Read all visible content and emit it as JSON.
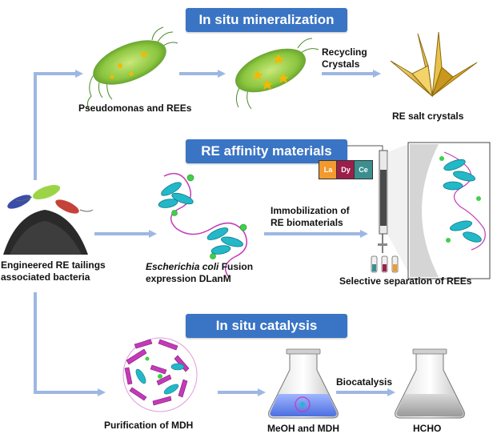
{
  "sections": {
    "mineralization": "In situ mineralization",
    "affinity": "RE affinity materials",
    "catalysis": "In situ catalysis"
  },
  "labels": {
    "pseudomonas": "Pseudomonas and REEs",
    "recycling_1": "Recycling",
    "recycling_2": "Crystals",
    "re_salt": "RE salt crystals",
    "engineered_1": "Engineered RE tailings",
    "engineered_2": "associated bacteria",
    "ecoli_italic": "Escherichia coli",
    "ecoli_rest": " Fusion",
    "expression": "expression DLanM",
    "immob_1": "Immobilization of",
    "immob_2": "RE biomaterials",
    "selective": "Selective separation of REEs",
    "purification": "Purification of MDH",
    "meoh": "MeOH and MDH",
    "biocatalysis": "Biocatalysis",
    "hcho": "HCHO"
  },
  "elements": [
    {
      "symbol": "La",
      "color": "#f29a2e"
    },
    {
      "symbol": "Dy",
      "color": "#9c1f4a"
    },
    {
      "symbol": "Ce",
      "color": "#3b8f8f"
    }
  ],
  "colors": {
    "banner": "#3a74c4",
    "arrow": "#9db7e3",
    "bacteria": "#8cc63f",
    "crystal": "#e8c24a",
    "protein_helix": "#22b8c8",
    "protein_sheet": "#c43ab8",
    "metal_ion": "#3fd04a"
  }
}
